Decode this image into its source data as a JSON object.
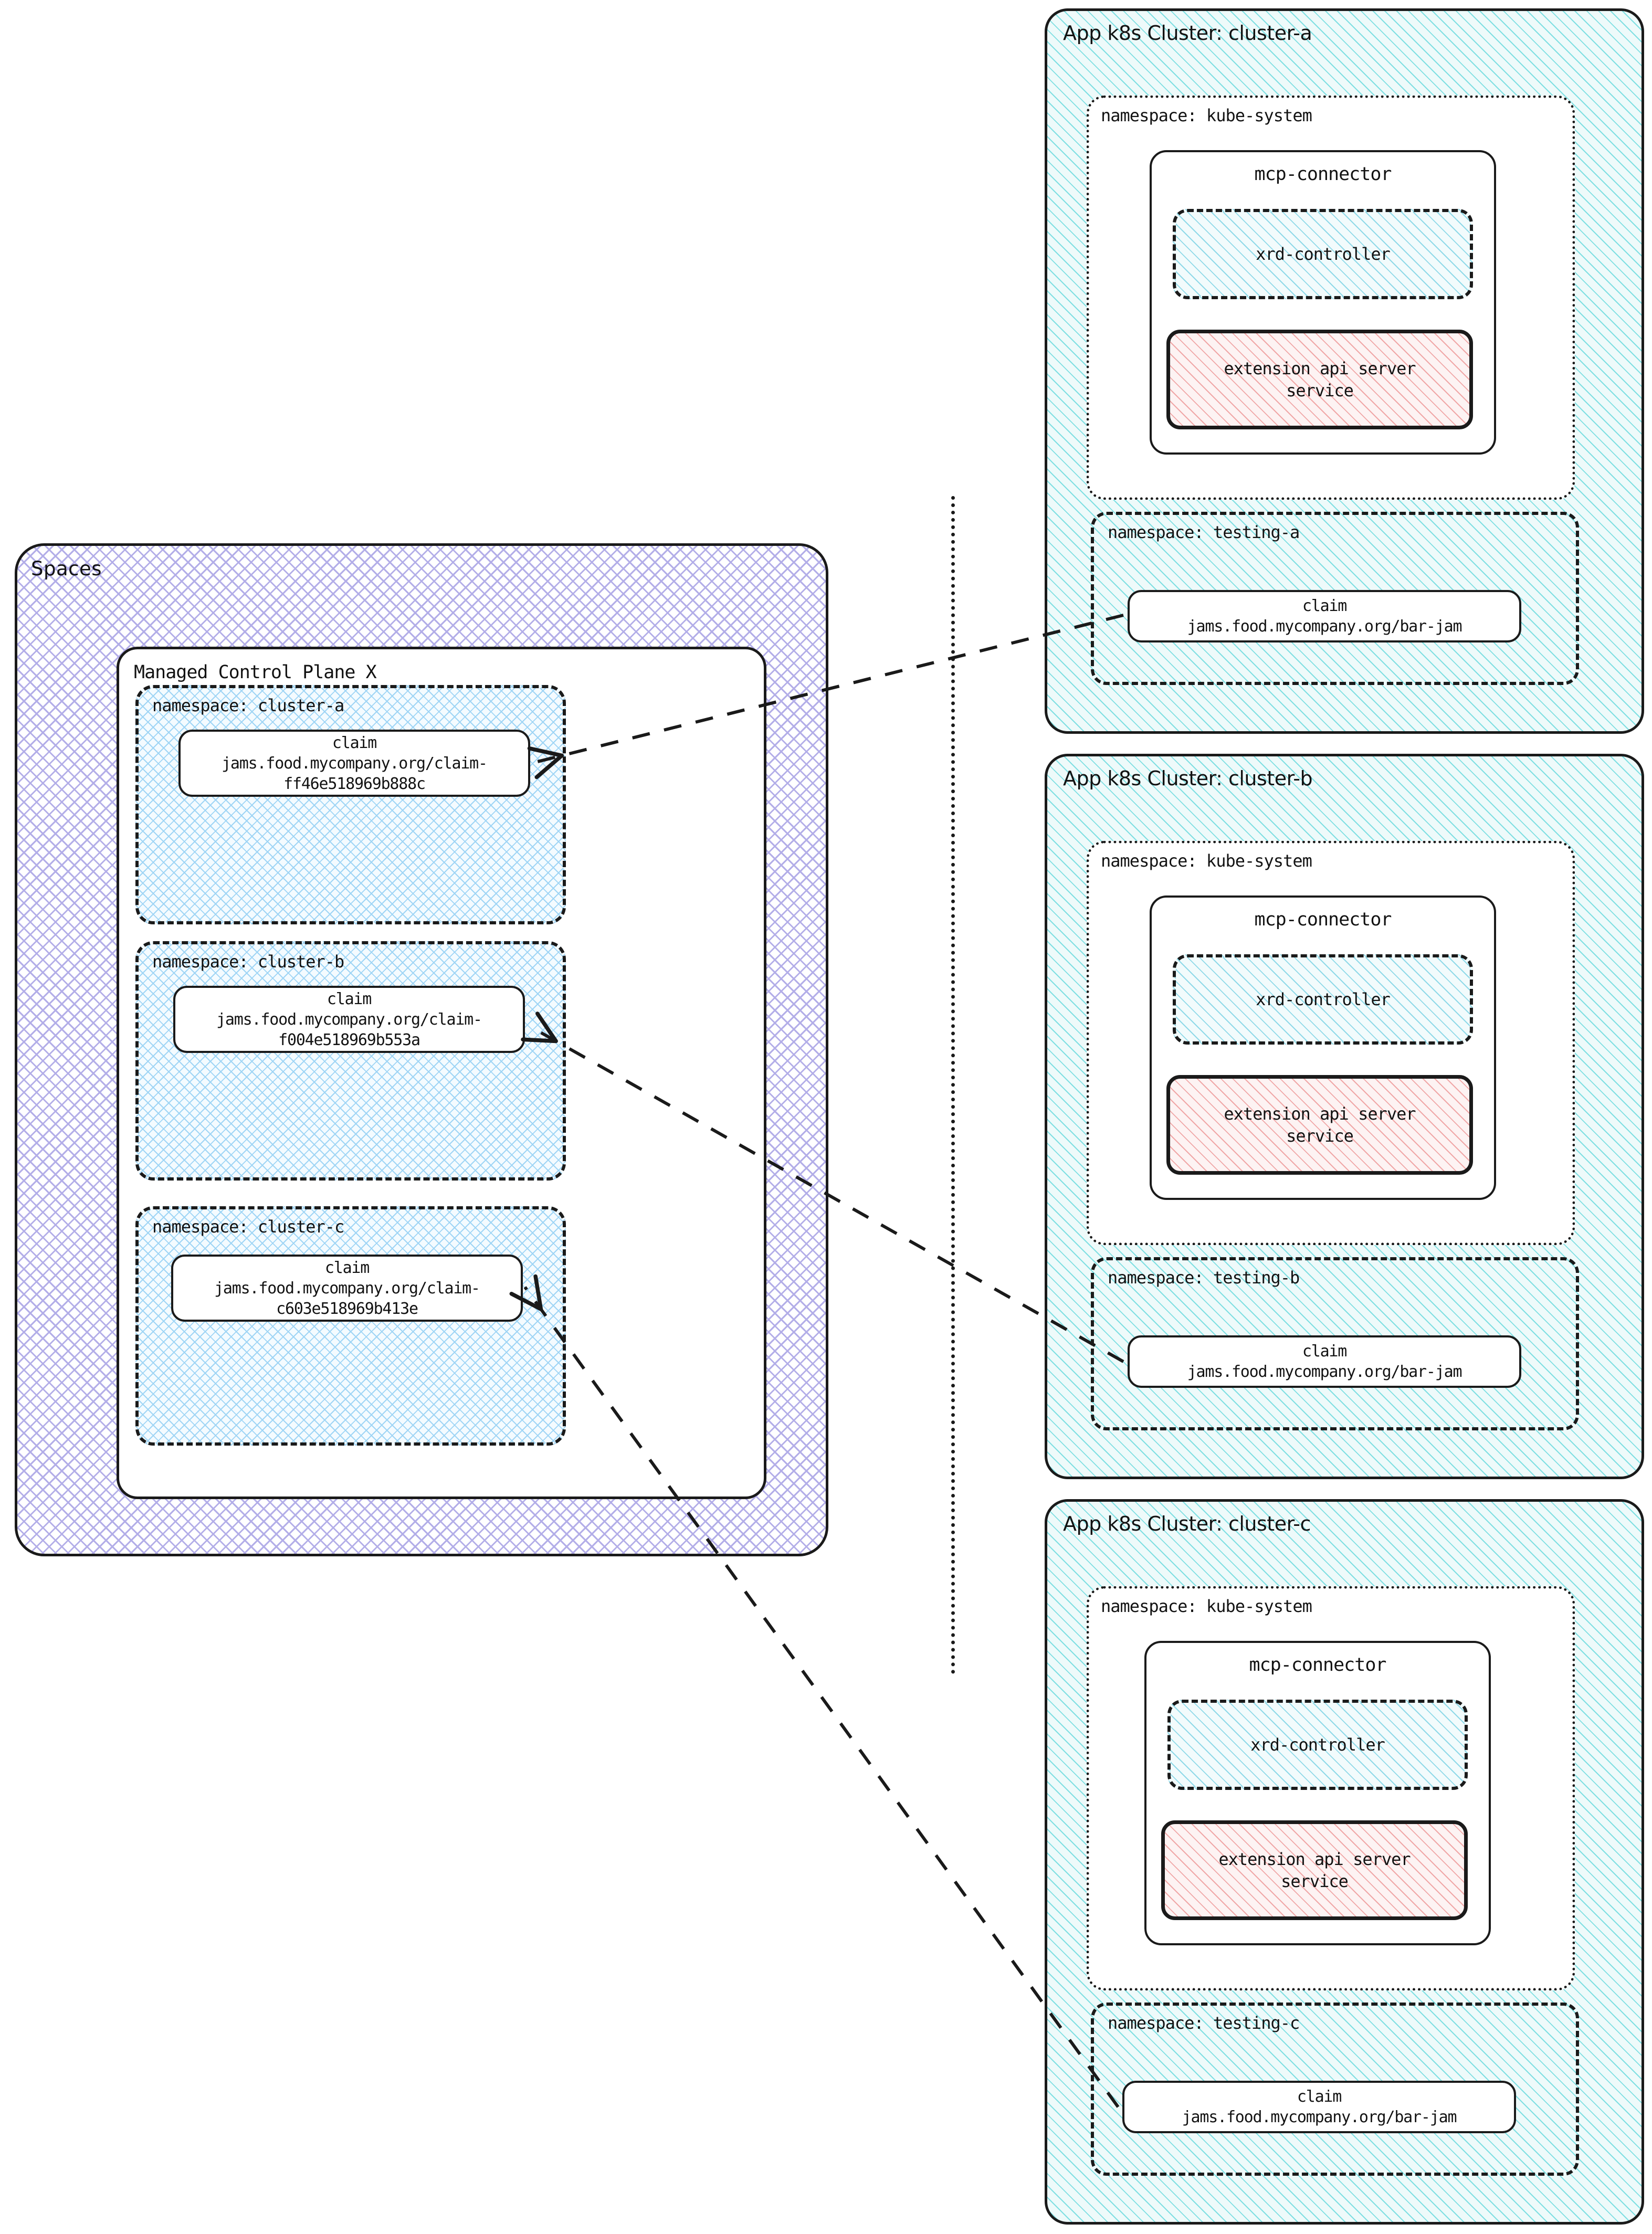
{
  "spaces": {
    "label": "Spaces",
    "control_plane": {
      "label": "Managed Control Plane X",
      "namespaces": [
        {
          "label": "namespace: cluster-a",
          "claim": {
            "title": "claim",
            "line2": "jams.food.mycompany.org/claim-",
            "line3": "ff46e518969b888c"
          }
        },
        {
          "label": "namespace: cluster-b",
          "claim": {
            "title": "claim",
            "line2": "jams.food.mycompany.org/claim-",
            "line3": "f004e518969b553a"
          }
        },
        {
          "label": "namespace: cluster-c",
          "claim": {
            "title": "claim",
            "line2": "jams.food.mycompany.org/claim-",
            "line3": "c603e518969b413e"
          }
        }
      ]
    }
  },
  "clusters": [
    {
      "label": "App k8s Cluster: cluster-a",
      "kube_namespace": "namespace: kube-system",
      "mcp_connector": "mcp-connector",
      "xrd_controller": "xrd-controller",
      "ext_api": {
        "line1": "extension api server",
        "line2": "service"
      },
      "testing_namespace": "namespace: testing-a",
      "claim": {
        "title": "claim",
        "line2": "jams.food.mycompany.org/bar-jam"
      }
    },
    {
      "label": "App k8s Cluster: cluster-b",
      "kube_namespace": "namespace: kube-system",
      "mcp_connector": "mcp-connector",
      "xrd_controller": "xrd-controller",
      "ext_api": {
        "line1": "extension api server",
        "line2": "service"
      },
      "testing_namespace": "namespace: testing-b",
      "claim": {
        "title": "claim",
        "line2": "jams.food.mycompany.org/bar-jam"
      }
    },
    {
      "label": "App k8s Cluster: cluster-c",
      "kube_namespace": "namespace: kube-system",
      "mcp_connector": "mcp-connector",
      "xrd_controller": "xrd-controller",
      "ext_api": {
        "line1": "extension api server",
        "line2": "service"
      },
      "testing_namespace": "namespace: testing-c",
      "claim": {
        "title": "claim",
        "line2": "jams.food.mycompany.org/bar-jam"
      }
    }
  ],
  "colors": {
    "spaces_hatch": "#b3aee8",
    "namespace_hatch": "#9fd5f5",
    "cluster_hatch": "#7fdfe2",
    "ext_api_hatch": "#f0a7a7",
    "stroke": "#1a1a1a"
  },
  "connections": [
    {
      "from": "namespace: cluster-a claim",
      "to": "namespace: testing-a claim",
      "style": "dashed-arrow"
    },
    {
      "from": "namespace: cluster-b claim",
      "to": "namespace: testing-b claim",
      "style": "dashed-arrow"
    },
    {
      "from": "namespace: cluster-c claim",
      "to": "namespace: testing-c claim",
      "style": "dashed-arrow"
    }
  ]
}
